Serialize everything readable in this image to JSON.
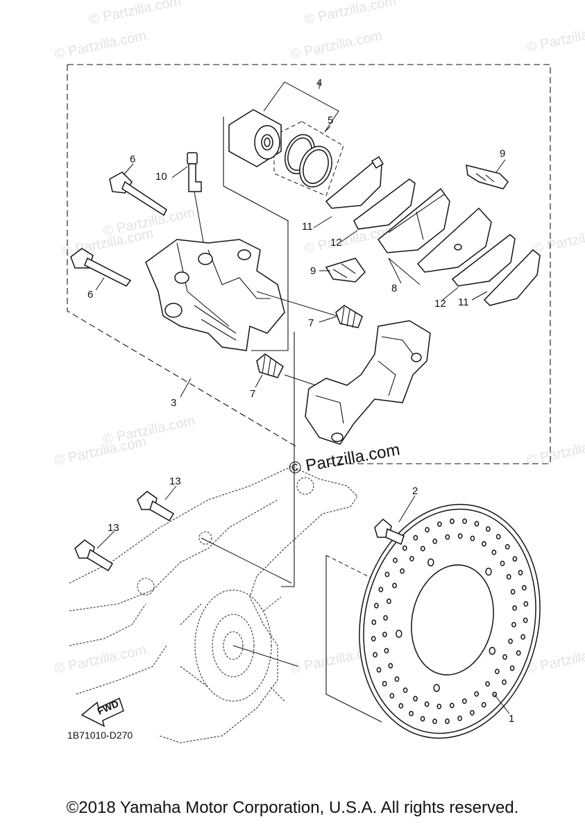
{
  "watermark": {
    "text": "© Partzilla.com",
    "center_text": "© Partzilla.com"
  },
  "callouts": {
    "c1": "1",
    "c2": "2",
    "c3": "3",
    "c4": "4",
    "c5": "5",
    "c6a": "6",
    "c6b": "6",
    "c7a": "7",
    "c7b": "7",
    "c8": "8",
    "c9a": "9",
    "c9b": "9",
    "c10": "10",
    "c11a": "11",
    "c11b": "11",
    "c12a": "12",
    "c12b": "12",
    "c13a": "13",
    "c13b": "13"
  },
  "fwd_label": "FWD",
  "diagram_code": "1B71010-D270",
  "copyright": "©2018 Yamaha Motor Corporation, U.S.A. All rights reserved."
}
